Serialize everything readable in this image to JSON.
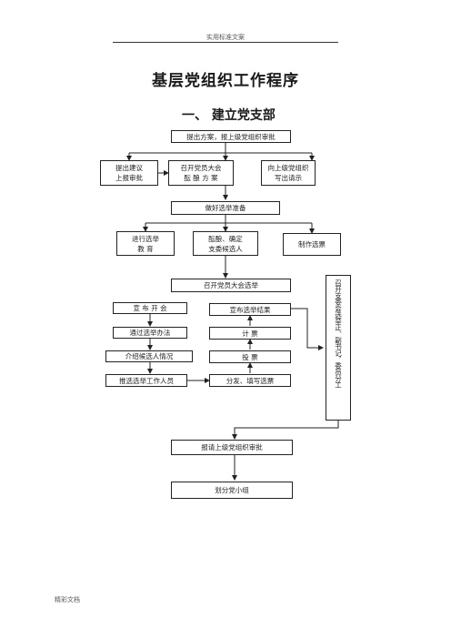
{
  "header": "实用标准文案",
  "title": "基层党组织工作程序",
  "section": "一、 建立党支部",
  "footer": "精彩文档",
  "nodes": {
    "propose_plan": "提出方案，报上级党组织审批",
    "submit_suggestion": "提出建议\n上报审批",
    "convene_meeting": "召开党员大会\n酝 酿 方 案",
    "request_superior": "向上级党组织\n写出请示",
    "prepare_election": "做好选举准备",
    "election_education": "进行选举\n教      育",
    "nominate_candidates": "酝酿、确定\n支委候选人",
    "make_ballots": "制作选票",
    "hold_election_meeting": "召开党员大会选举",
    "announce_open": "宣  布  开  会",
    "pass_election_method": "通过选举办法",
    "introduce_candidates": "介绍候选人情况",
    "elect_staff": "推选选举工作人员",
    "announce_result": "宣布选举结果",
    "count_votes": "计        票",
    "cast_votes": "投        票",
    "distribute_ballots": "分发、填写选票",
    "committee_division": "召开支委会选举正、副书记，委员分工",
    "report_approval": "报请上级党组织审批",
    "divide_groups": "划分党小组"
  }
}
